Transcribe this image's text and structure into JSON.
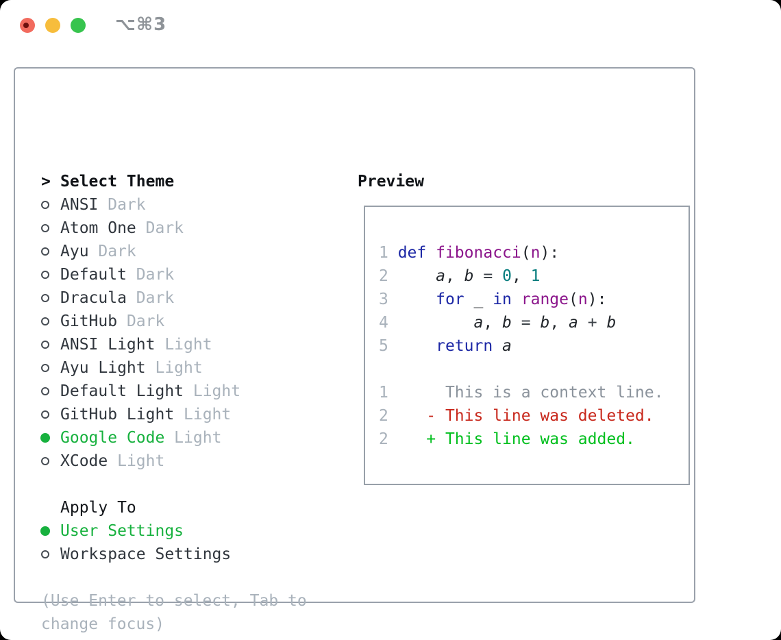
{
  "titlebar": {
    "shortcut": "⌥⌘3",
    "buttons": [
      "close",
      "minimize",
      "zoom"
    ]
  },
  "theme_picker": {
    "header_prefix": ">",
    "header": "Select Theme",
    "items": [
      {
        "name": "ANSI",
        "variant": "Dark",
        "selected": false
      },
      {
        "name": "Atom One",
        "variant": "Dark",
        "selected": false
      },
      {
        "name": "Ayu",
        "variant": "Dark",
        "selected": false
      },
      {
        "name": "Default",
        "variant": "Dark",
        "selected": false
      },
      {
        "name": "Dracula",
        "variant": "Dark",
        "selected": false
      },
      {
        "name": "GitHub",
        "variant": "Dark",
        "selected": false
      },
      {
        "name": "ANSI Light",
        "variant": "Light",
        "selected": false
      },
      {
        "name": "Ayu Light",
        "variant": "Light",
        "selected": false
      },
      {
        "name": "Default Light",
        "variant": "Light",
        "selected": false
      },
      {
        "name": "GitHub Light",
        "variant": "Light",
        "selected": false
      },
      {
        "name": "Google Code",
        "variant": "Light",
        "selected": true
      },
      {
        "name": "XCode",
        "variant": "Light",
        "selected": false
      }
    ]
  },
  "apply_to": {
    "header": "Apply To",
    "options": [
      {
        "label": "User Settings",
        "selected": true
      },
      {
        "label": "Workspace Settings",
        "selected": false
      }
    ]
  },
  "footer_hint": "(Use Enter to select, Tab to change focus)",
  "preview": {
    "header": "Preview",
    "code_lines": [
      {
        "segments": [
          {
            "text": "1 ",
            "style": "ln"
          },
          {
            "text": "def",
            "style": "kw"
          },
          {
            "text": " ",
            "style": "pln"
          },
          {
            "text": "fibonacci",
            "style": "fn"
          },
          {
            "text": "(",
            "style": "pln"
          },
          {
            "text": "n",
            "style": "fn"
          },
          {
            "text": "):",
            "style": "pln"
          }
        ]
      },
      {
        "segments": [
          {
            "text": "2 ",
            "style": "ln"
          },
          {
            "text": "    ",
            "style": "pln"
          },
          {
            "text": "a",
            "style": "var"
          },
          {
            "text": ", ",
            "style": "pln"
          },
          {
            "text": "b",
            "style": "var"
          },
          {
            "text": " ",
            "style": "pln"
          },
          {
            "text": "=",
            "style": "op"
          },
          {
            "text": " ",
            "style": "pln"
          },
          {
            "text": "0",
            "style": "num"
          },
          {
            "text": ", ",
            "style": "pln"
          },
          {
            "text": "1",
            "style": "num"
          }
        ]
      },
      {
        "segments": [
          {
            "text": "3 ",
            "style": "ln"
          },
          {
            "text": "    ",
            "style": "pln"
          },
          {
            "text": "for",
            "style": "kw"
          },
          {
            "text": " _ ",
            "style": "pln"
          },
          {
            "text": "in",
            "style": "kw"
          },
          {
            "text": " ",
            "style": "pln"
          },
          {
            "text": "range",
            "style": "fn"
          },
          {
            "text": "(",
            "style": "pln"
          },
          {
            "text": "n",
            "style": "fn"
          },
          {
            "text": "):",
            "style": "pln"
          }
        ]
      },
      {
        "segments": [
          {
            "text": "4 ",
            "style": "ln"
          },
          {
            "text": "        ",
            "style": "pln"
          },
          {
            "text": "a",
            "style": "var"
          },
          {
            "text": ", ",
            "style": "pln"
          },
          {
            "text": "b",
            "style": "var"
          },
          {
            "text": " ",
            "style": "pln"
          },
          {
            "text": "=",
            "style": "op"
          },
          {
            "text": " ",
            "style": "pln"
          },
          {
            "text": "b",
            "style": "var"
          },
          {
            "text": ", ",
            "style": "pln"
          },
          {
            "text": "a",
            "style": "var"
          },
          {
            "text": " ",
            "style": "pln"
          },
          {
            "text": "+",
            "style": "op"
          },
          {
            "text": " ",
            "style": "pln"
          },
          {
            "text": "b",
            "style": "var"
          }
        ]
      },
      {
        "segments": [
          {
            "text": "5 ",
            "style": "ln"
          },
          {
            "text": "    ",
            "style": "pln"
          },
          {
            "text": "return",
            "style": "kw"
          },
          {
            "text": " ",
            "style": "pln"
          },
          {
            "text": "a",
            "style": "var"
          }
        ]
      }
    ],
    "diff_lines": [
      {
        "segments": [
          {
            "text": "1",
            "style": "ln"
          },
          {
            "text": "      This is a context line.",
            "style": "ctx"
          }
        ]
      },
      {
        "segments": [
          {
            "text": "2",
            "style": "ln"
          },
          {
            "text": "    - This line was deleted.",
            "style": "del"
          }
        ]
      },
      {
        "segments": [
          {
            "text": "2",
            "style": "ln"
          },
          {
            "text": "    + This line was added.",
            "style": "add"
          }
        ]
      }
    ]
  },
  "colors": {
    "selection_green": "#17b13e",
    "keyword_blue": "#1c27a5",
    "function_purple": "#8b158b",
    "literal_teal": "#077d7e",
    "diff_deleted_red": "#c8281c",
    "diff_added_green": "#00bf1d",
    "muted_gray": "#a9b2bb",
    "panel_border_gray": "#9aa1ab",
    "traffic_red": "#f26b5e",
    "traffic_yellow": "#f7bd3c",
    "traffic_green": "#37c44e"
  }
}
